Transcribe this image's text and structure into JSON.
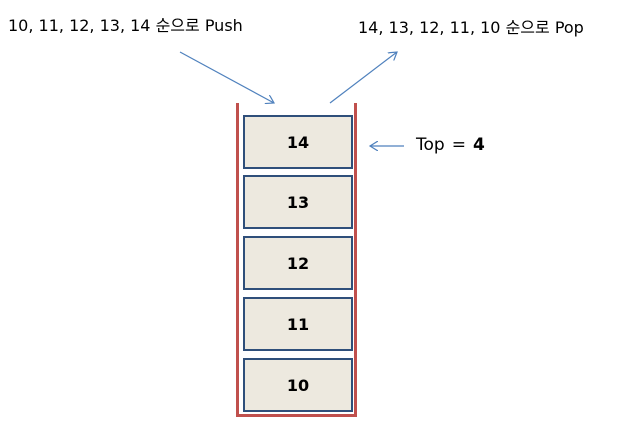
{
  "push_caption": "10, 11, 12, 13, 14 순으로 Push",
  "pop_caption": "14, 13, 12, 11, 10 순으로 Pop",
  "stack": {
    "items": [
      "14",
      "13",
      "12",
      "11",
      "10"
    ]
  },
  "top_pointer": {
    "label": "Top",
    "equals": "=",
    "value": "4"
  },
  "colors": {
    "stack_wall": "#c0504d",
    "cell_fill": "#ede9df",
    "cell_border": "#2f4f7a",
    "arrow": "#4f81bd"
  }
}
